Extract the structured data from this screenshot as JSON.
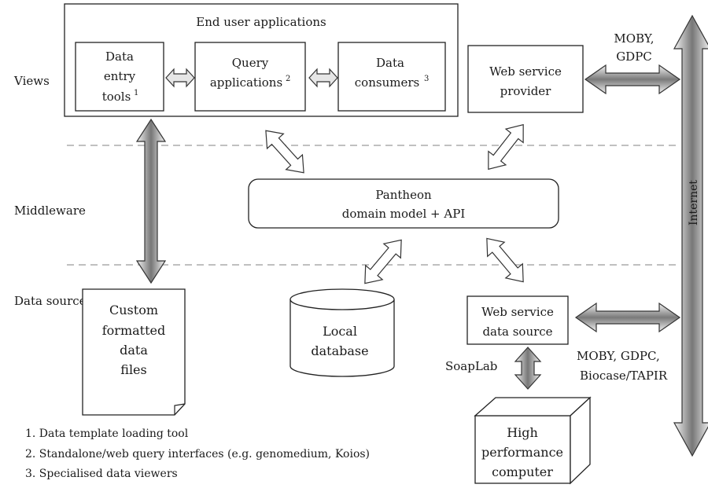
{
  "layers": {
    "views": "Views",
    "middleware": "Middleware",
    "data_sources": "Data sources"
  },
  "end_user_applications": {
    "title": "End user applications",
    "data_entry_tools": {
      "line1": "Data",
      "line2": "entry",
      "line3": "tools",
      "footnote": "1"
    },
    "query_applications": {
      "line1": "Query",
      "line2": "applications",
      "footnote": "2"
    },
    "data_consumers": {
      "line1": "Data",
      "line2": "consumers",
      "footnote": "3"
    }
  },
  "web_service_provider": {
    "line1": "Web service",
    "line2": "provider"
  },
  "pantheon": {
    "line1": "Pantheon",
    "line2": "domain model + API"
  },
  "custom_files": {
    "line1": "Custom",
    "line2": "formatted",
    "line3": "data",
    "line4": "files"
  },
  "local_database": {
    "line1": "Local",
    "line2": "database"
  },
  "web_service_data_source": {
    "line1": "Web service",
    "line2": "data source"
  },
  "hpc": {
    "line1": "High",
    "line2": "performance",
    "line3": "computer"
  },
  "internet": "Internet",
  "labels": {
    "moby_gdpc_top_1": "MOBY,",
    "moby_gdpc_top_2": "GDPC",
    "moby_gdpc_bottom_1": "MOBY, GDPC,",
    "moby_gdpc_bottom_2": "Biocase/TAPIR",
    "soaplab": "SoapLab"
  },
  "footnotes": [
    "1. Data template loading tool",
    "2. Standalone/web query interfaces (e.g. genomedium, Koios)",
    "3. Specialised data viewers"
  ],
  "colors": {
    "arrow_dark": "#6e6e6e",
    "arrow_light": "#eeeeee",
    "dashed_line": "#9a9a9a"
  }
}
